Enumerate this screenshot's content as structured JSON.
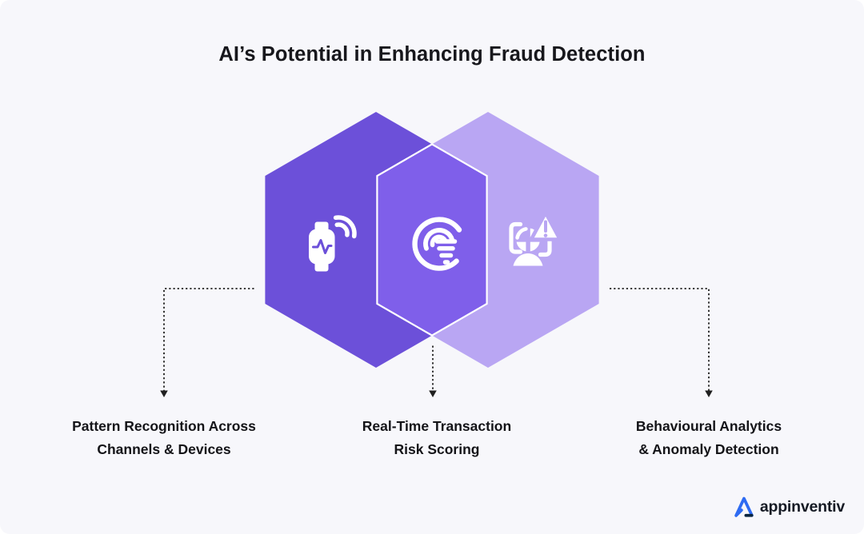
{
  "title": "AI’s Potential in Enhancing Fraud Detection",
  "colors": {
    "background": "#F7F7FB",
    "hex_left": "#6C50D9",
    "hex_middle": "#7F5FEA",
    "hex_right": "#B9A6F3",
    "hex_border": "#FFFFFF",
    "connector": "#1F1F1F",
    "text": "#17171C",
    "logo_blue": "#2E6BF2",
    "logo_navy": "#0A2540",
    "logo_text": "#151A24"
  },
  "hexagons": [
    {
      "id": "left",
      "icon": "smartwatch-signal-icon"
    },
    {
      "id": "middle",
      "icon": "radar-scan-icon"
    },
    {
      "id": "right",
      "icon": "face-scan-alert-icon"
    }
  ],
  "captions": [
    {
      "line1": "Pattern Recognition Across",
      "line2": "Channels & Devices"
    },
    {
      "line1": "Real-Time Transaction",
      "line2": "Risk Scoring"
    },
    {
      "line1": "Behavioural Analytics",
      "line2": "& Anomaly Detection"
    }
  ],
  "logo": {
    "text": "appinventiv"
  }
}
